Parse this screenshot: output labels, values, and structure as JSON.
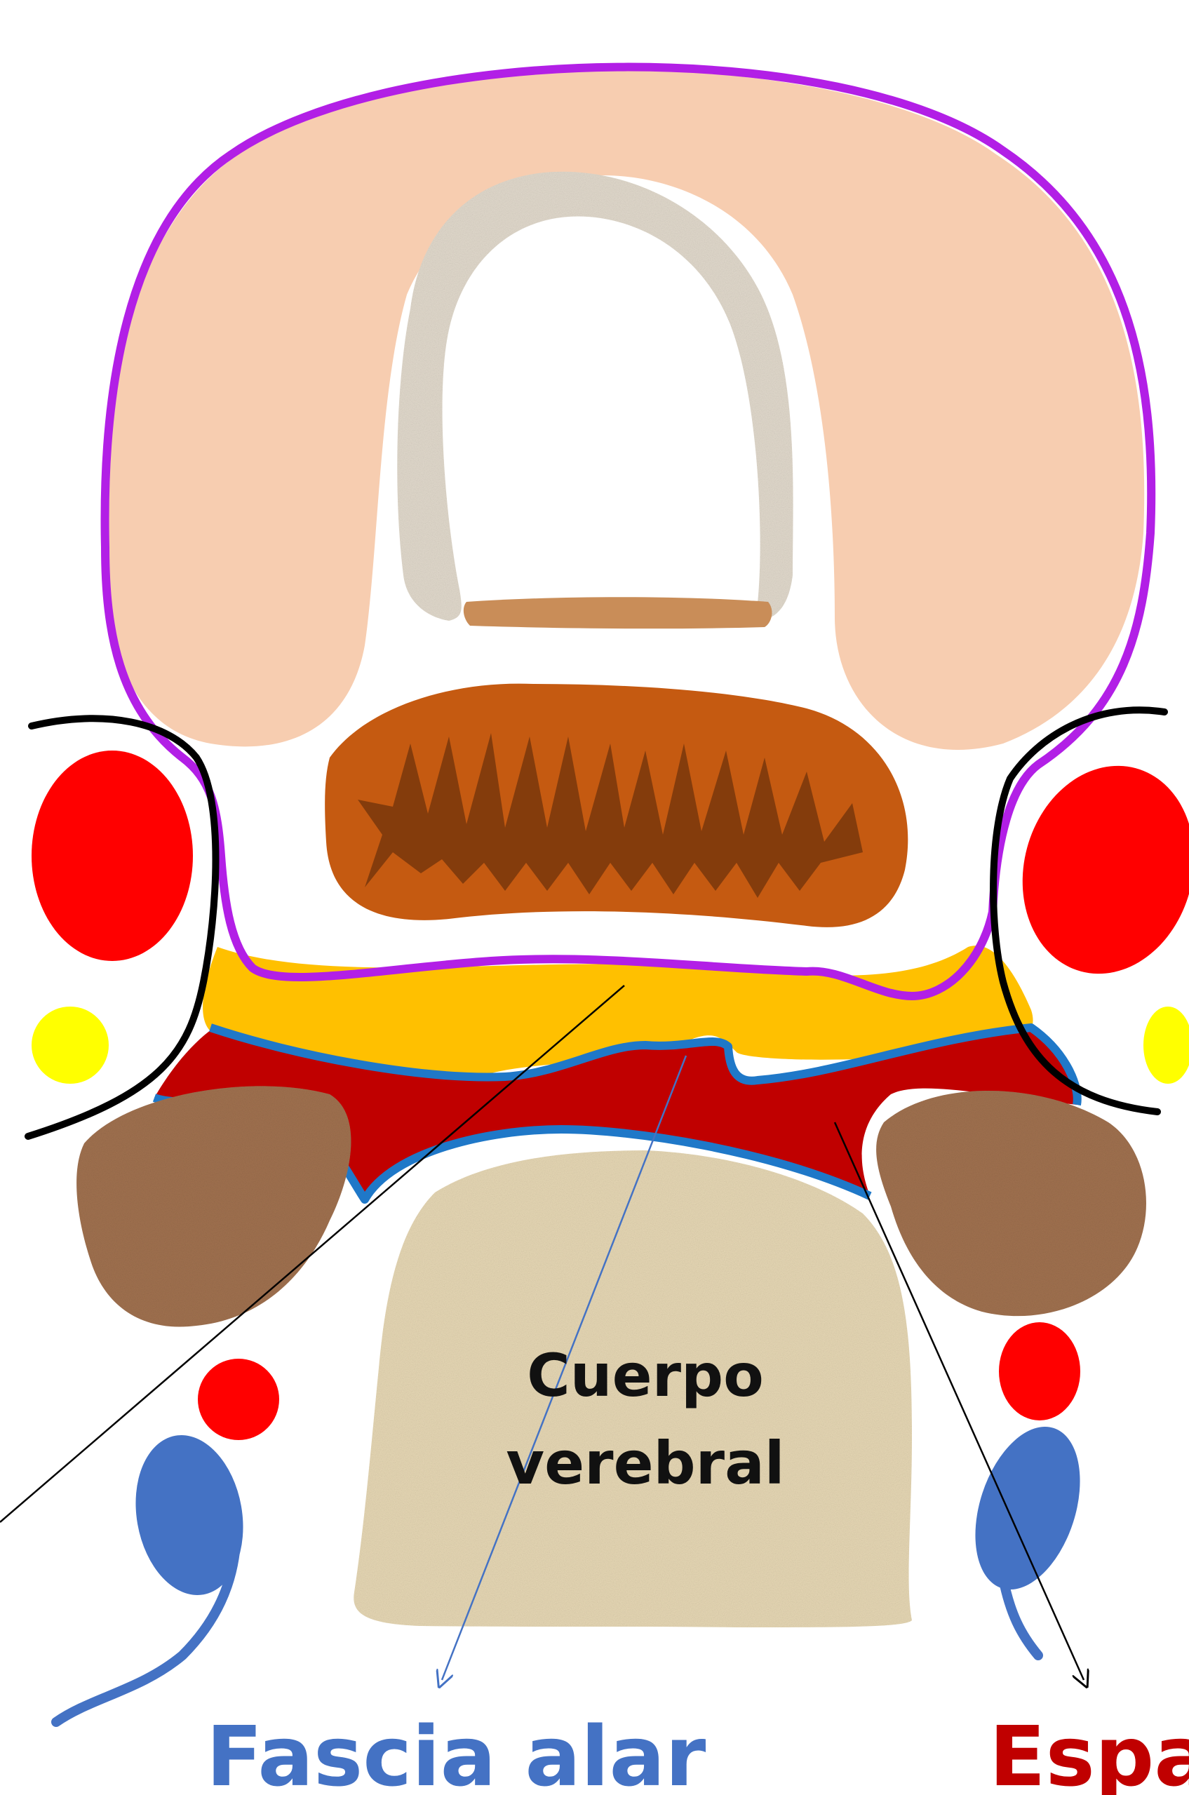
{
  "labels": {
    "vertebral_body_line1": "Cuerpo",
    "vertebral_body_line2": "verebral",
    "fascia_alar": "Fascia alar",
    "space_partial": "Espa"
  },
  "colors": {
    "visceral_fascia_outline": "#b21fe6",
    "muscle_tissue": "#f7cdb0",
    "trachea_cartilage": "#e1d9cc",
    "trachealis_muscle": "#c98d58",
    "esophagus": "#c55a11",
    "esophagus_lumen": "#843c0c",
    "retropharyngeal_space": "#ffc000",
    "danger_space": "#c00000",
    "alar_fascia": "#1f78c8",
    "prevertebral_muscle": "#a0714f",
    "vertebral_body": "#e6d7b4",
    "carotid_artery": "#ff0000",
    "vagus_nerve": "#ffff00",
    "vertebral_vessels": "#ff0000",
    "nerve_roots": "#4472c4",
    "carotid_sheath_line": "#000000",
    "label_fascia_alar": "#4472c4",
    "label_space": "#c00000",
    "label_body": "#111111"
  }
}
